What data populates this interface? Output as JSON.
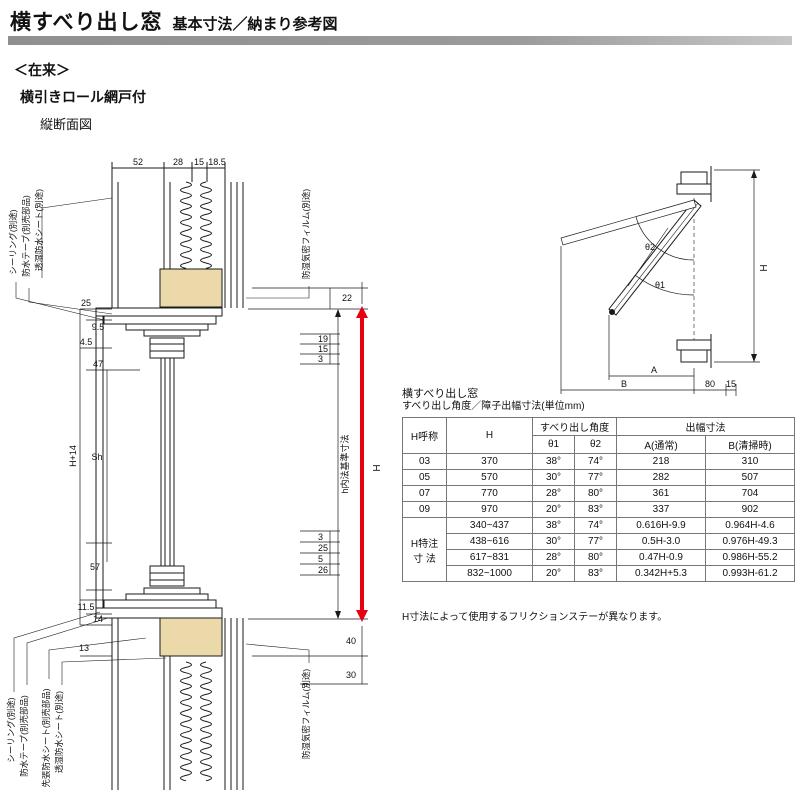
{
  "header": {
    "title": "横すべり出し窓",
    "subtitle": "基本寸法／納まり参考図"
  },
  "sub_labels": {
    "construction_type": "＜在来＞",
    "screen_type": "横引きロール網戸付",
    "section_title": "縦断面図"
  },
  "section": {
    "top_dims": {
      "d52": "52",
      "d28": "28",
      "d15": "15",
      "d185": "18.5"
    },
    "left_dims": {
      "d25": "25",
      "d95": "9.5",
      "d45": "4.5",
      "d47": "47",
      "dh14": "H+14",
      "dsh": "Sh",
      "d57": "57",
      "d115": "11.5",
      "d14": "14",
      "d13": "13"
    },
    "right_dims": {
      "d22": "22",
      "d19": "19",
      "d15": "15",
      "d3": "3",
      "d3b": "3",
      "d25": "25",
      "d5": "5",
      "d26": "26",
      "d40": "40",
      "d30": "30"
    },
    "inner_label": "h内法基準寸法",
    "h_label": "H",
    "callout_sealing_top": "シーリング(別途)",
    "callout_tape_top": "防水テープ(別売部品)",
    "callout_sheet_top": "透湿防水シート(別途)",
    "callout_film_top": "防湿気密フィルム(別途)",
    "callout_sealing_btm": "シーリング(別途)",
    "callout_tape_btm": "防水テープ(別売部品)",
    "callout_sakibari_btm": "先張防水シート(別売部品)",
    "callout_sheet_btm": "透湿防水シート(別途)",
    "callout_film_btm": "防湿気密フィルム(別途)"
  },
  "angle_diagram": {
    "theta1": "θ1",
    "theta2": "θ2",
    "dim_a": "A",
    "dim_b": "B",
    "d80": "80",
    "d15": "15",
    "h": "H"
  },
  "table": {
    "title_line1": "横すべり出し窓",
    "title_line2": "すべり出し角度／障子出幅寸法(単位mm)",
    "col_h_name": "H呼称",
    "col_h": "H",
    "col_angle": "すべり出し角度",
    "col_width": "出幅寸法",
    "col_t1": "θ1",
    "col_t2": "θ2",
    "col_a": "A(通常)",
    "col_b": "B(清掃時)",
    "special_line1": "H特注",
    "special_line2": "寸 法",
    "rows": [
      {
        "name": "03",
        "h": "370",
        "t1": "38°",
        "t2": "74°",
        "a": "218",
        "b": "310"
      },
      {
        "name": "05",
        "h": "570",
        "t1": "30°",
        "t2": "77°",
        "a": "282",
        "b": "507"
      },
      {
        "name": "07",
        "h": "770",
        "t1": "28°",
        "t2": "80°",
        "a": "361",
        "b": "704"
      },
      {
        "name": "09",
        "h": "970",
        "t1": "20°",
        "t2": "83°",
        "a": "337",
        "b": "902"
      },
      {
        "h": "340~437",
        "t1": "38°",
        "t2": "74°",
        "a": "0.616H-9.9",
        "b": "0.964H-4.6"
      },
      {
        "h": "438~616",
        "t1": "30°",
        "t2": "77°",
        "a": "0.5H-3.0",
        "b": "0.976H-49.3"
      },
      {
        "h": "617~831",
        "t1": "28°",
        "t2": "80°",
        "a": "0.47H-0.9",
        "b": "0.986H-55.2"
      },
      {
        "h": "832~1000",
        "t1": "20°",
        "t2": "83°",
        "a": "0.342H+5.3",
        "b": "0.993H-61.2"
      }
    ]
  },
  "note": "H寸法によって使用するフリクションステーが異なります。",
  "colors": {
    "wood_fill": "#ecd9a9",
    "h_arrow_red": "#e60012",
    "header_bar_gray": "#9a9a9a"
  }
}
